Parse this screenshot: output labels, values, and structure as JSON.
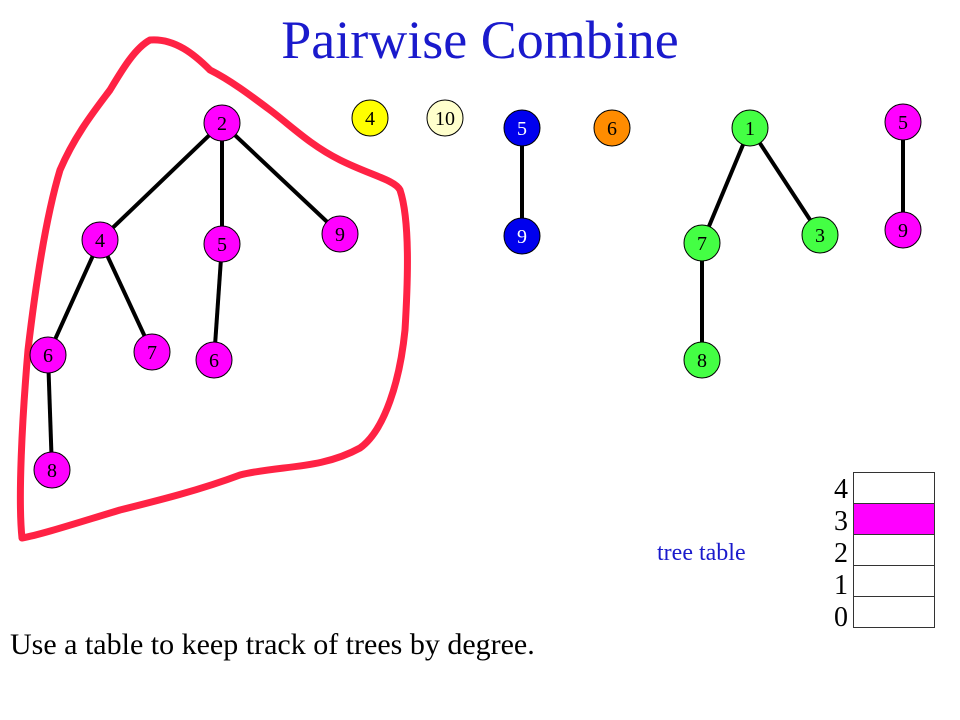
{
  "title": "Pairwise Combine",
  "caption": "Use a table to keep track of trees by degree.",
  "table": {
    "label": "tree table",
    "rows": [
      {
        "degree": "4",
        "fill": "#ffffff"
      },
      {
        "degree": "3",
        "fill": "#ff00ff"
      },
      {
        "degree": "2",
        "fill": "#ffffff"
      },
      {
        "degree": "1",
        "fill": "#ffffff"
      },
      {
        "degree": "0",
        "fill": "#ffffff"
      }
    ]
  },
  "colors": {
    "magenta": "#ff00ff",
    "yellow": "#ffff00",
    "cream": "#ffffcc",
    "blue": "#0000ee",
    "orange": "#ff8c00",
    "green": "#44ff44",
    "edge": "#000000",
    "outline": "#ff2244"
  },
  "nodes": [
    {
      "id": "m2",
      "key": "2",
      "color": "magenta"
    },
    {
      "id": "m4",
      "key": "4",
      "color": "magenta"
    },
    {
      "id": "m5",
      "key": "5",
      "color": "magenta"
    },
    {
      "id": "m9",
      "key": "9",
      "color": "magenta"
    },
    {
      "id": "m6a",
      "key": "6",
      "color": "magenta"
    },
    {
      "id": "m7",
      "key": "7",
      "color": "magenta"
    },
    {
      "id": "m6b",
      "key": "6",
      "color": "magenta"
    },
    {
      "id": "m8",
      "key": "8",
      "color": "magenta"
    },
    {
      "id": "y4",
      "key": "4",
      "color": "yellow"
    },
    {
      "id": "c10",
      "key": "10",
      "color": "cream"
    },
    {
      "id": "b5",
      "key": "5",
      "color": "blue"
    },
    {
      "id": "b9",
      "key": "9",
      "color": "blue"
    },
    {
      "id": "o6",
      "key": "6",
      "color": "orange"
    },
    {
      "id": "g1",
      "key": "1",
      "color": "green"
    },
    {
      "id": "g7",
      "key": "7",
      "color": "green"
    },
    {
      "id": "g3",
      "key": "3",
      "color": "green"
    },
    {
      "id": "g8",
      "key": "8",
      "color": "green"
    },
    {
      "id": "p5",
      "key": "5",
      "color": "magenta"
    },
    {
      "id": "p9",
      "key": "9",
      "color": "magenta"
    }
  ],
  "edges": [
    [
      "m2",
      "m4"
    ],
    [
      "m2",
      "m5"
    ],
    [
      "m2",
      "m9"
    ],
    [
      "m4",
      "m6a"
    ],
    [
      "m4",
      "m7"
    ],
    [
      "m6a",
      "m8"
    ],
    [
      "m5",
      "m6b"
    ],
    [
      "b5",
      "b9"
    ],
    [
      "g1",
      "g7"
    ],
    [
      "g1",
      "g3"
    ],
    [
      "g7",
      "g8"
    ],
    [
      "p5",
      "p9"
    ]
  ]
}
